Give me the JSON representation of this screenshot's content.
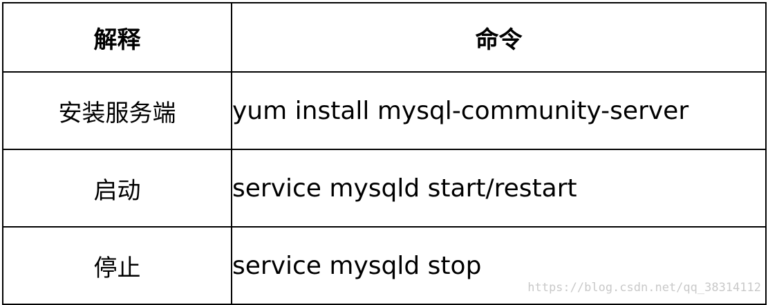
{
  "table": {
    "headers": [
      "解释",
      "命令"
    ],
    "rows": [
      {
        "desc": "安装服务端",
        "cmd": "yum install mysql-community-server"
      },
      {
        "desc": "启动",
        "cmd": "service mysqld start/restart"
      },
      {
        "desc": "停止",
        "cmd": "service mysqld stop"
      }
    ]
  },
  "watermark": "https://blog.csdn.net/qq_38314112"
}
